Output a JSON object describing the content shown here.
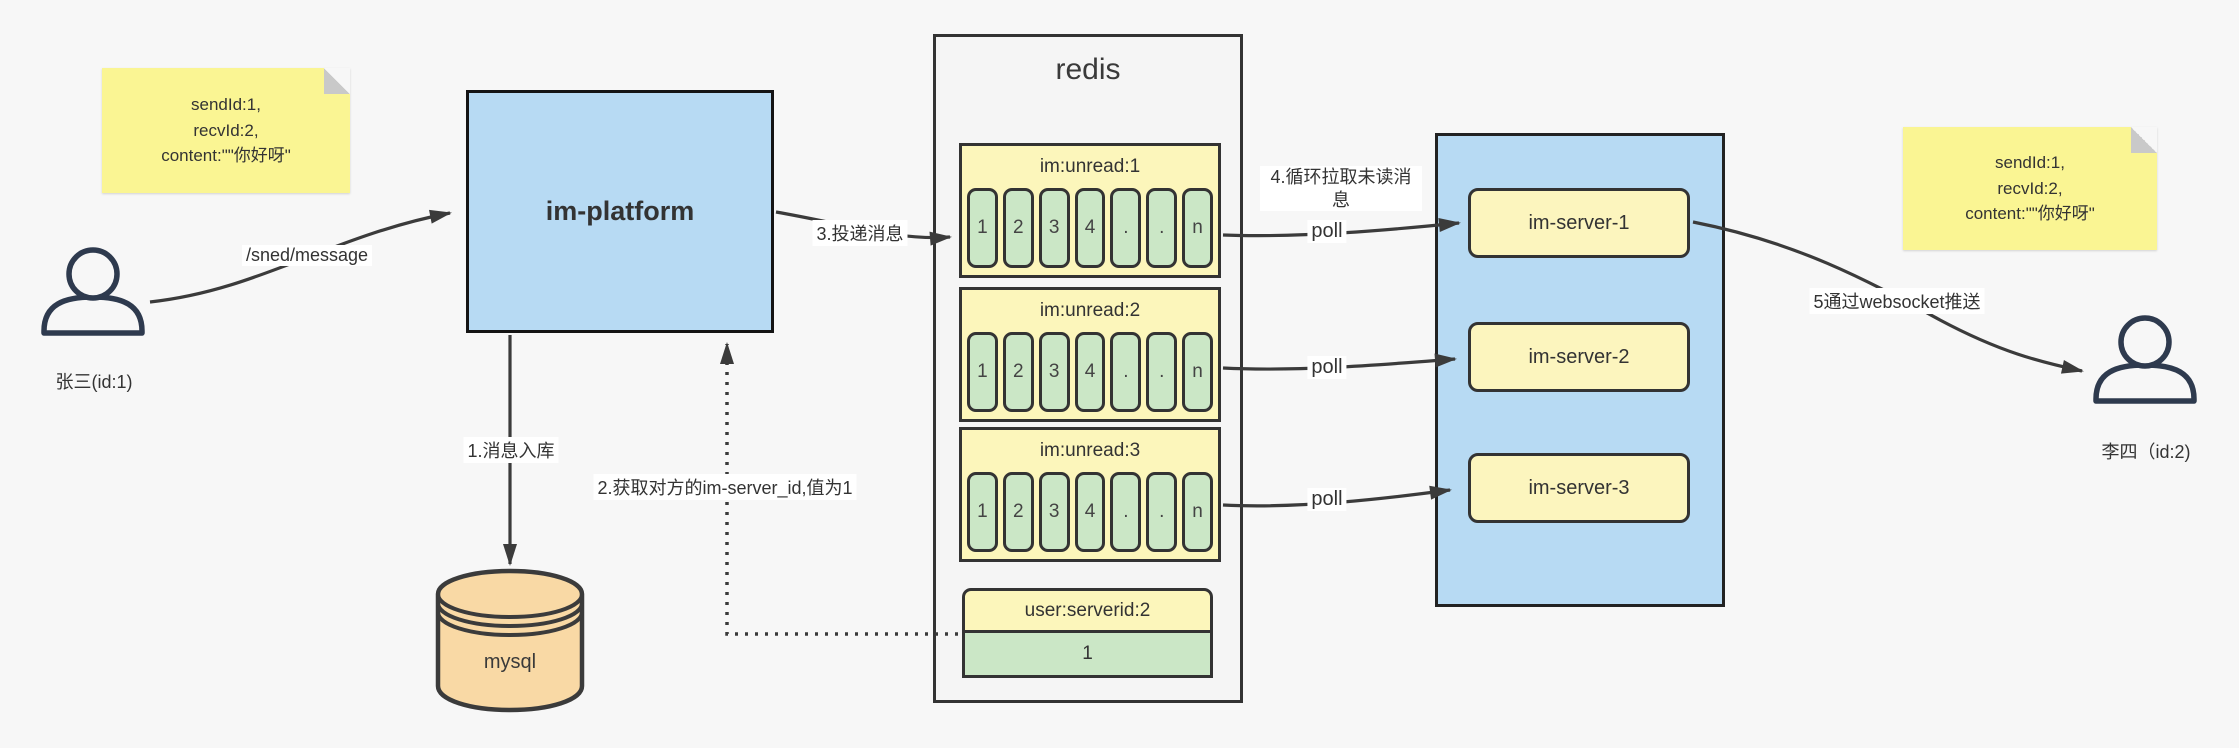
{
  "diagram": {
    "sender": {
      "name": "张三(id:1)"
    },
    "receiver": {
      "name": "李四（id:2)"
    },
    "note_left": {
      "line1": "sendId:1,",
      "line2": "recvId:2,",
      "line3": "content:\"\"你好呀\""
    },
    "note_right": {
      "line1": "sendId:1,",
      "line2": "recvId:2,",
      "line3": "content:\"\"你好呀\""
    },
    "platform": {
      "label": "im-platform"
    },
    "database": {
      "label": "mysql"
    },
    "redis": {
      "title": "redis",
      "queues": [
        {
          "name": "im:unread:1",
          "cells": [
            "1",
            "2",
            "3",
            "4",
            ".",
            ".",
            "n"
          ]
        },
        {
          "name": "im:unread:2",
          "cells": [
            "1",
            "2",
            "3",
            "4",
            ".",
            ".",
            "n"
          ]
        },
        {
          "name": "im:unread:3",
          "cells": [
            "1",
            "2",
            "3",
            "4",
            ".",
            ".",
            "n"
          ]
        }
      ],
      "kv": {
        "key": "user:serverid:2",
        "value": "1"
      }
    },
    "servers": [
      {
        "label": "im-server-1"
      },
      {
        "label": "im-server-2"
      },
      {
        "label": "im-server-3"
      }
    ],
    "edges": {
      "send": "/sned/message",
      "step1": "1.消息入库",
      "step2": "2.获取对方的im-server_id,值为1",
      "step3": "3.投递消息",
      "step4": "4.循环拉取未读消息",
      "poll1": "poll",
      "poll2": "poll",
      "poll3": "poll",
      "step5": "5通过websocket推送"
    },
    "colors": {
      "container_blue": "#b7daf3",
      "note_yellow": "#faf593",
      "box_yellow": "#fcf6bb",
      "cell_green": "#cbe7c6",
      "db_orange": "#f9d9a5",
      "stroke_dark": "#3b3b3b",
      "person_navy": "#2e3a4e"
    }
  }
}
